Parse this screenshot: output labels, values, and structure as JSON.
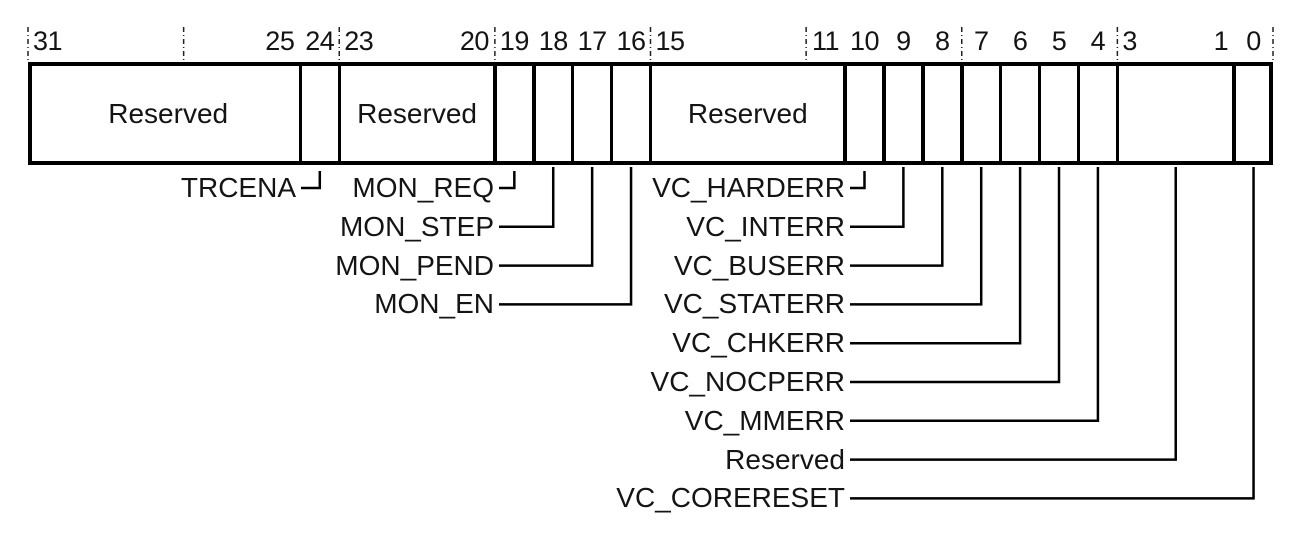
{
  "diagram": {
    "type": "register-bitfield",
    "box_fields": [
      {
        "bit_high": 31,
        "bit_low": 25,
        "box_label": "Reserved",
        "num_left": "31",
        "num_right": "25"
      },
      {
        "bit_high": 24,
        "bit_low": 24,
        "box_label": "",
        "num_center": "24"
      },
      {
        "bit_high": 23,
        "bit_low": 20,
        "box_label": "Reserved",
        "num_left": "23",
        "num_right": "20"
      },
      {
        "bit_high": 19,
        "bit_low": 19,
        "box_label": "",
        "num_center": "19"
      },
      {
        "bit_high": 18,
        "bit_low": 18,
        "box_label": "",
        "num_center": "18"
      },
      {
        "bit_high": 17,
        "bit_low": 17,
        "box_label": "",
        "num_center": "17"
      },
      {
        "bit_high": 16,
        "bit_low": 16,
        "box_label": "",
        "num_center": "16"
      },
      {
        "bit_high": 15,
        "bit_low": 11,
        "box_label": "Reserved",
        "num_left": "15",
        "num_right": "11"
      },
      {
        "bit_high": 10,
        "bit_low": 10,
        "box_label": "",
        "num_center": "10"
      },
      {
        "bit_high": 9,
        "bit_low": 9,
        "box_label": "",
        "num_center": "9"
      },
      {
        "bit_high": 8,
        "bit_low": 8,
        "box_label": "",
        "num_center": "8"
      },
      {
        "bit_high": 7,
        "bit_low": 7,
        "box_label": "",
        "num_center": "7"
      },
      {
        "bit_high": 6,
        "bit_low": 6,
        "box_label": "",
        "num_center": "6"
      },
      {
        "bit_high": 5,
        "bit_low": 5,
        "box_label": "",
        "num_center": "5"
      },
      {
        "bit_high": 4,
        "bit_low": 4,
        "box_label": "",
        "num_center": "4"
      },
      {
        "bit_high": 3,
        "bit_low": 1,
        "box_label": "",
        "num_left": "3",
        "num_right": "1"
      },
      {
        "bit_high": 0,
        "bit_low": 0,
        "box_label": "",
        "num_center": "0"
      }
    ],
    "callouts": [
      {
        "label": "TRCENA",
        "bit_high": 24,
        "bit_low": 24,
        "row": 0,
        "column": "a"
      },
      {
        "label": "MON_REQ",
        "bit_high": 19,
        "bit_low": 19,
        "row": 0,
        "column": "b"
      },
      {
        "label": "MON_STEP",
        "bit_high": 18,
        "bit_low": 18,
        "row": 1,
        "column": "b"
      },
      {
        "label": "MON_PEND",
        "bit_high": 17,
        "bit_low": 17,
        "row": 2,
        "column": "b"
      },
      {
        "label": "MON_EN",
        "bit_high": 16,
        "bit_low": 16,
        "row": 3,
        "column": "b"
      },
      {
        "label": "VC_HARDERR",
        "bit_high": 10,
        "bit_low": 10,
        "row": 0,
        "column": "c"
      },
      {
        "label": "VC_INTERR",
        "bit_high": 9,
        "bit_low": 9,
        "row": 1,
        "column": "c"
      },
      {
        "label": "VC_BUSERR",
        "bit_high": 8,
        "bit_low": 8,
        "row": 2,
        "column": "c"
      },
      {
        "label": "VC_STATERR",
        "bit_high": 7,
        "bit_low": 7,
        "row": 3,
        "column": "c"
      },
      {
        "label": "VC_CHKERR",
        "bit_high": 6,
        "bit_low": 6,
        "row": 4,
        "column": "c"
      },
      {
        "label": "VC_NOCPERR",
        "bit_high": 5,
        "bit_low": 5,
        "row": 5,
        "column": "c"
      },
      {
        "label": "VC_MMERR",
        "bit_high": 4,
        "bit_low": 4,
        "row": 6,
        "column": "c"
      },
      {
        "label": "Reserved",
        "bit_high": 3,
        "bit_low": 1,
        "row": 7,
        "column": "c"
      },
      {
        "label": "VC_CORERESET",
        "bit_high": 0,
        "bit_low": 0,
        "row": 8,
        "column": "c"
      }
    ],
    "colors": {
      "line": "#000000",
      "text": "#141414",
      "background": "#ffffff"
    }
  }
}
